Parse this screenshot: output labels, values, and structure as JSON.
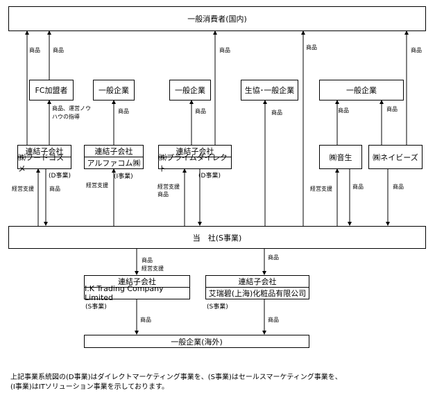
{
  "consumers": "一般消費者(国内)",
  "fc": "FC加盟者",
  "ent1": "一般企業",
  "ent2": "一般企業",
  "coop": "生協･一般企業",
  "ent3": "一般企業",
  "sub1": {
    "top": "連結子会社",
    "bottom": "㈱フードコスメ",
    "note": "(D事業)"
  },
  "sub2": {
    "top": "連結子会社",
    "bottom": "アルファコム㈱",
    "note": "(I事業)"
  },
  "sub3": {
    "top": "連結子会社",
    "bottom": "㈱プライムダイレクト",
    "note": "(D事業)"
  },
  "otosei": "㈱音生",
  "naibiz": "㈱ネイビーズ",
  "company": "当　社(S事業)",
  "sub4": {
    "top": "連結子会社",
    "bottom": "I.K Trading Company Limited",
    "note": "(S事業)"
  },
  "sub5": {
    "top": "連結子会社",
    "bottom": "艾瑞碧(上海)化粧品有限公司",
    "note": "(S事業)"
  },
  "overseas": "一般企業(海外)",
  "labels": {
    "shohin": "商品",
    "keiei": "経営支援",
    "fc_guide_1": "商品、運営ノウ",
    "fc_guide_2": "ハウの指導",
    "keiei_shohin_1": "経営支援",
    "keiei_shohin_2": "商品",
    "shohin_keiei_1": "商品",
    "shohin_keiei_2": "経営支援"
  },
  "footer": {
    "line1": "上記事業系統図の(D事業)はダイレクトマーケティング事業を、(S事業)はセールスマーケティング事業を、",
    "line2": "(I事業)はITソリューション事業を示しております。"
  }
}
